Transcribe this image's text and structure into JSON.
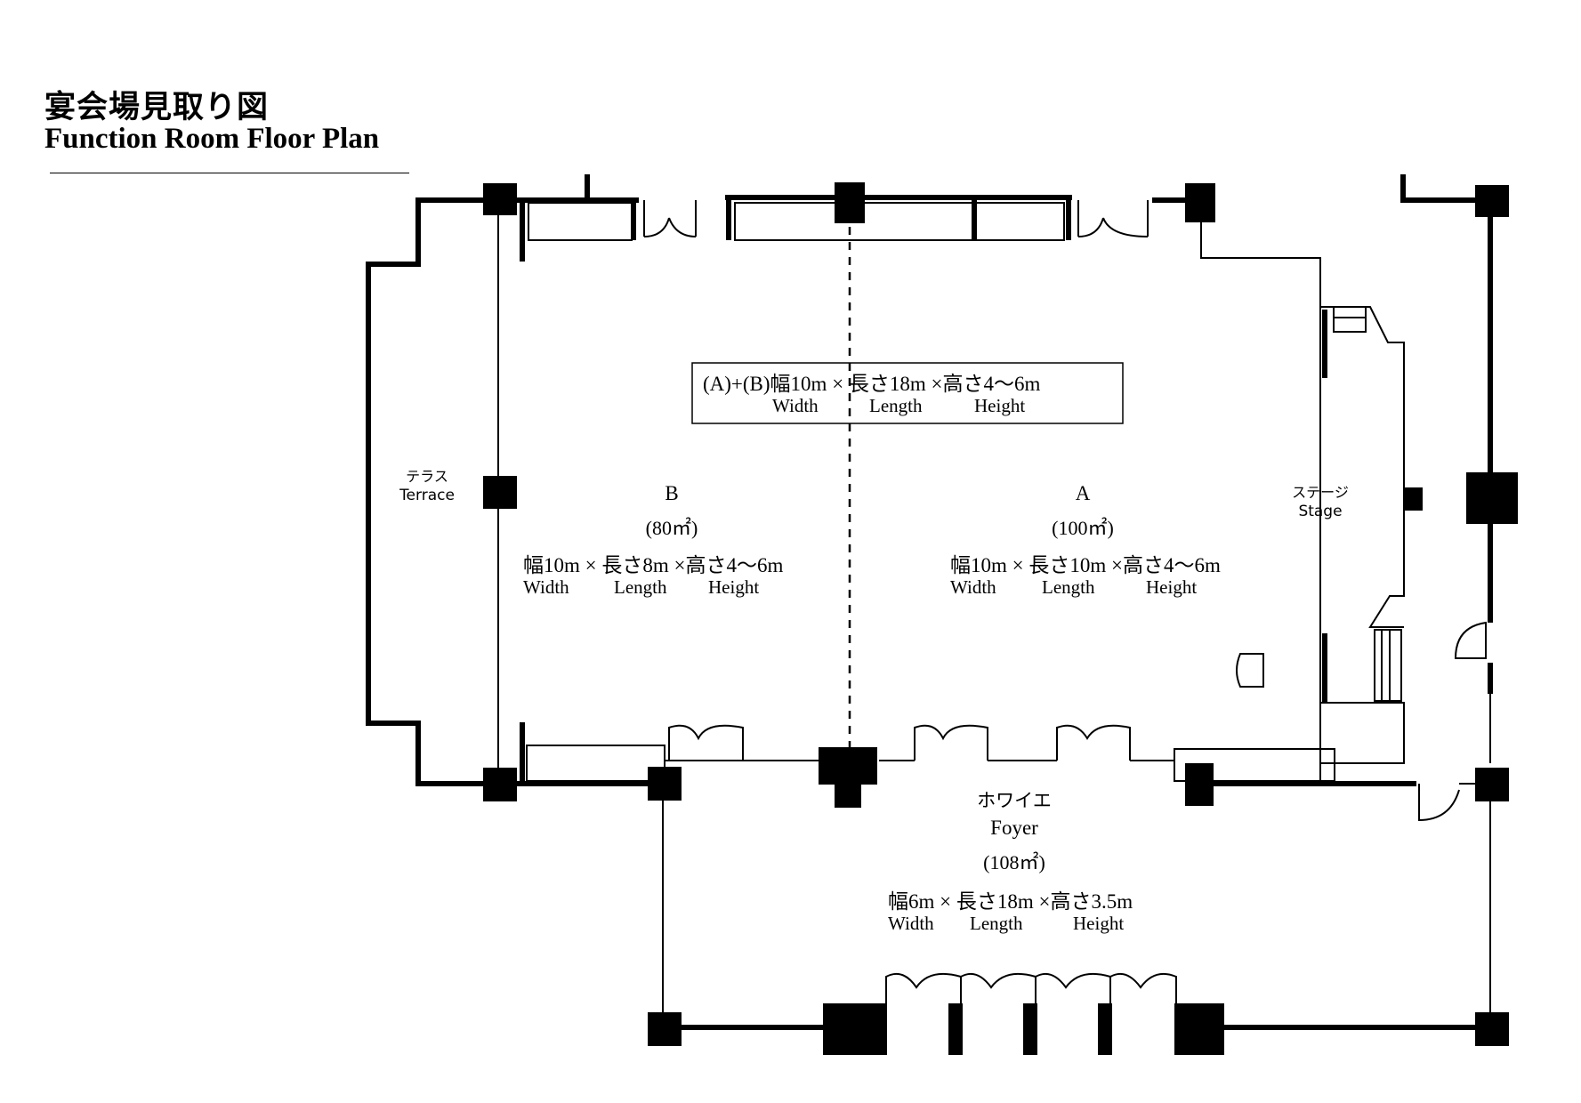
{
  "title": {
    "jp": "宴会場見取り図",
    "en": "Function Room Floor Plan"
  },
  "combined": {
    "spec": "(A)+(B)幅10m × 長さ18m ×高さ4〜6m",
    "width": "Width",
    "length": "Length",
    "height": "Height"
  },
  "room_b": {
    "name": "B",
    "area": "(80㎡)",
    "spec": "幅10m × 長さ8m ×高さ4〜6m",
    "width": "Width",
    "length": "Length",
    "height": "Height"
  },
  "room_a": {
    "name": "A",
    "area": "(100㎡)",
    "spec": "幅10m × 長さ10m ×高さ4〜6m",
    "width": "Width",
    "length": "Length",
    "height": "Height"
  },
  "terrace": {
    "jp": "テラス",
    "en": "Terrace"
  },
  "stage": {
    "jp": "ステージ",
    "en": "Stage"
  },
  "foyer": {
    "jp": "ホワイエ",
    "en": "Foyer",
    "area": "(108㎡)",
    "spec": "幅6m × 長さ18m ×高さ3.5m",
    "width": "Width",
    "length": "Length",
    "height": "Height"
  }
}
